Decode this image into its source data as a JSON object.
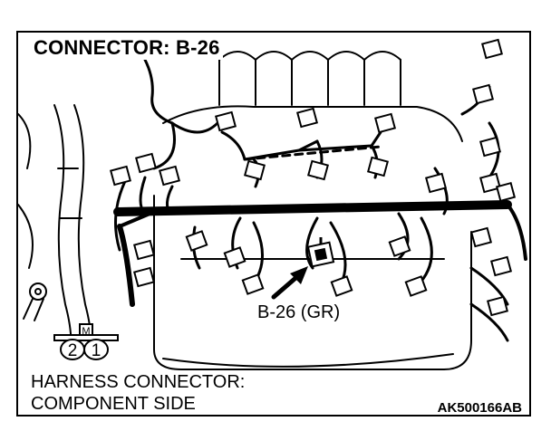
{
  "diagram": {
    "title": "CONNECTOR: B-26",
    "callout": "B-26 (GR)",
    "harness_label_line1": "HARNESS CONNECTOR:",
    "harness_label_line2": "COMPONENT SIDE",
    "reference_code": "AK500166AB",
    "connector_face": {
      "tab_letter": "M",
      "pins": [
        "2",
        "1"
      ]
    }
  }
}
